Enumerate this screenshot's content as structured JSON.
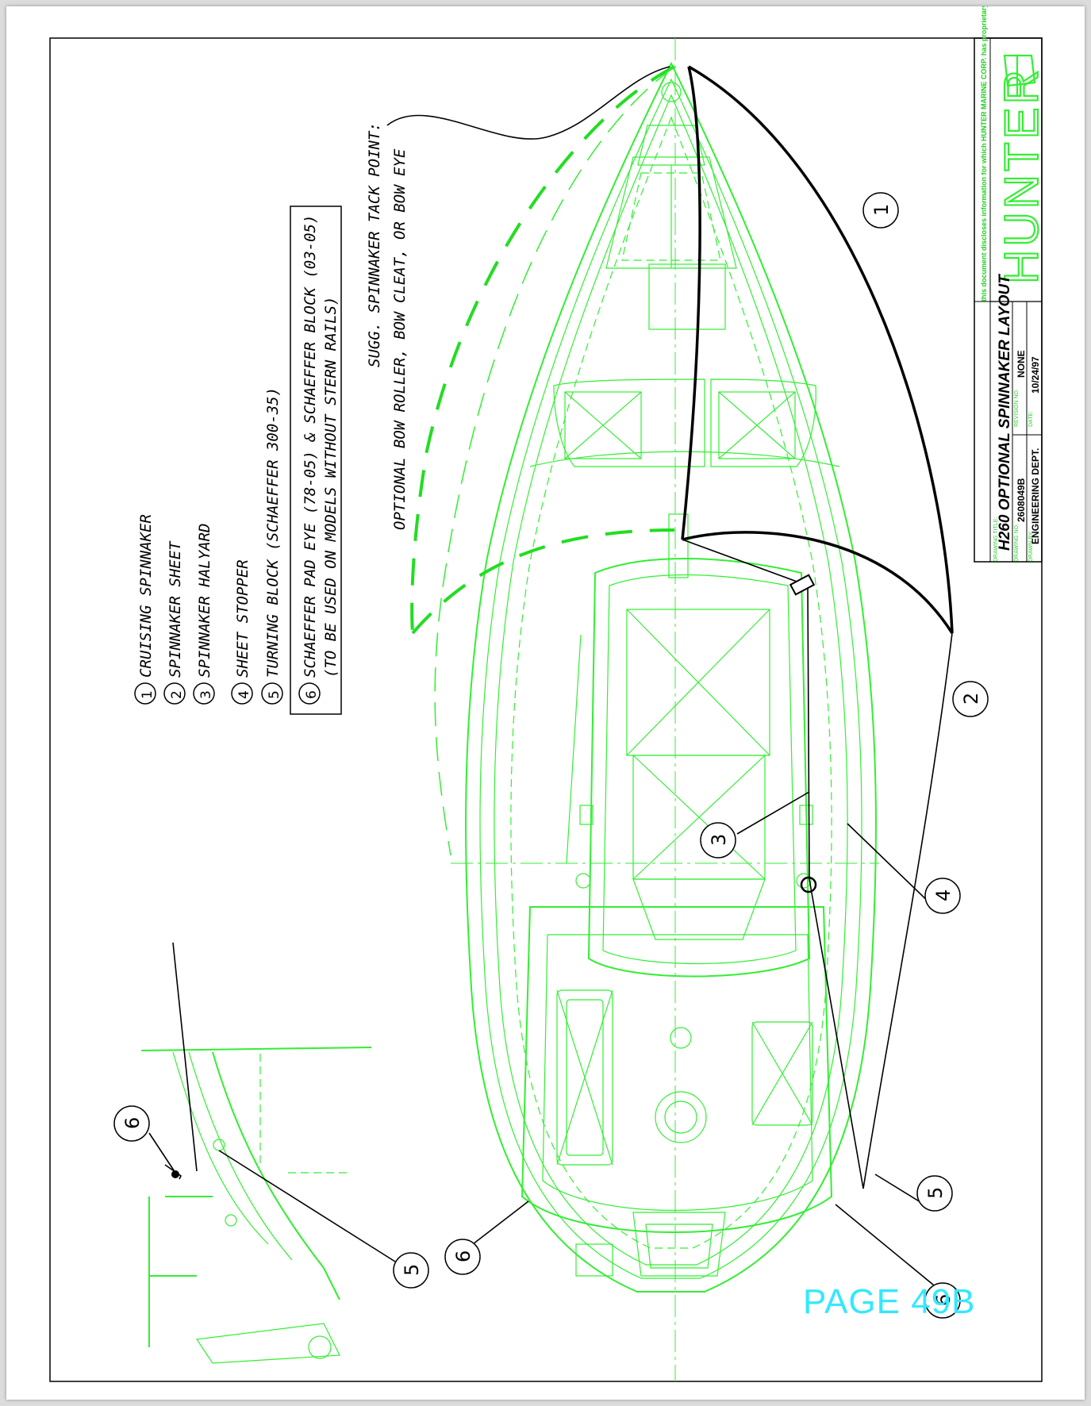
{
  "legend": {
    "items": [
      {
        "num": "1",
        "text": "CRUISING SPINNAKER"
      },
      {
        "num": "2",
        "text": "SPINNAKER SHEET"
      },
      {
        "num": "3",
        "text": "SPINNAKER HALYARD"
      },
      {
        "num": "4",
        "text": "SHEET STOPPER"
      },
      {
        "num": "5",
        "text": "TURNING BLOCK (SCHAEFFER 300-35)"
      }
    ],
    "boxed_item": {
      "num": "6",
      "line1": "SCHAEFFER PAD EYE (78-05) & SCHAEFFER BLOCK (03-05)",
      "line2": "(TO BE USED ON MODELS WITHOUT STERN RAILS)"
    }
  },
  "tack_note": {
    "line1": "SUGG. SPINNAKER TACK POINT:",
    "line2": "OPTIONAL BOW ROLLER, BOW CLEAT, OR BOW EYE"
  },
  "callouts": [
    "1",
    "2",
    "3",
    "4",
    "5",
    "6"
  ],
  "title_block": {
    "title_label": "DRAWING TITLE:",
    "title": "H260 OPTIONAL SPINNAKER LAYOUT",
    "drawing_no_label": "DRAWING NO.",
    "drawing_no": "2608049B",
    "revision_label": "REVISION NO.",
    "revision": "NONE",
    "drawn_by_label": "DRAWN BY:",
    "drawn_by": "ENGINEERING DEPT.",
    "date_label": "DATE:",
    "date": "10/24/97",
    "brand": "HUNTER",
    "proprietary": "this document discloses information for which HUNTER MARINE CORP. has proprietary rights"
  },
  "page_label": "PAGE 49B",
  "colors": {
    "drawing_green": "#33ee33",
    "page_label_cyan": "#33e8ff",
    "annotation_black": "#000000"
  }
}
